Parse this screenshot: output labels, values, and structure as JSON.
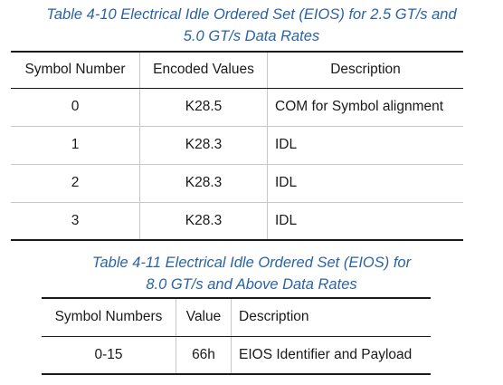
{
  "table1": {
    "caption": [
      "Table  4-10  Electrical Idle Ordered Set (EIOS) for 2.5 GT/s and",
      "5.0 GT/s Data Rates"
    ],
    "headers": [
      "Symbol Number",
      "Encoded Values",
      "Description"
    ],
    "rows": [
      [
        "0",
        "K28.5",
        "COM for Symbol alignment"
      ],
      [
        "1",
        "K28.3",
        "IDL"
      ],
      [
        "2",
        "K28.3",
        "IDL"
      ],
      [
        "3",
        "K28.3",
        "IDL"
      ]
    ]
  },
  "table2": {
    "caption": [
      "Table  4-11  Electrical Idle Ordered Set (EIOS) for",
      "8.0 GT/s and Above Data Rates"
    ],
    "headers": [
      "Symbol Numbers",
      "Value",
      "Description"
    ],
    "rows": [
      [
        "0-15",
        "66h",
        "EIOS Identifier and Payload"
      ]
    ]
  },
  "colors": {
    "caption": "#2a63a5",
    "rule": "#1a1a1a",
    "grid": "#c8c8c8"
  }
}
